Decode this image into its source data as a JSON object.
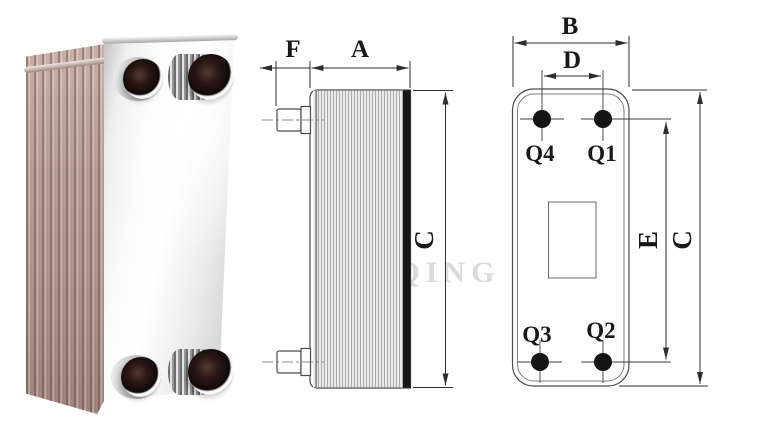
{
  "side_view": {
    "dim_f": "F",
    "dim_a": "A",
    "dim_c": "C"
  },
  "front_view": {
    "dim_b": "B",
    "dim_d": "D",
    "dim_e": "E",
    "dim_c": "C",
    "port_top_left": "Q4",
    "port_top_right": "Q1",
    "port_bottom_left": "Q3",
    "port_bottom_right": "Q2"
  },
  "watermark": {
    "text": "— QING LI —",
    "registered_mark": "®"
  },
  "colors": {
    "drawing_line": "#2e2e2e",
    "plate_stack": "#b89c94",
    "front_plate": "#f2f2f2",
    "port_bore": "#170c0b",
    "black_band": "#161616",
    "watermark": "#d2d2d2"
  }
}
